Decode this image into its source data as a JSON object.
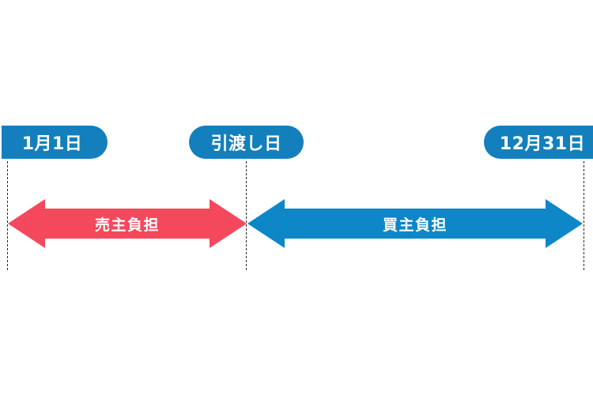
{
  "diagram": {
    "type": "timeline-cost-split",
    "background_color": "#ffffff",
    "milestones": [
      {
        "id": "start",
        "label": "1月1日",
        "pill_color": "#1380bd",
        "text_color": "#ffffff"
      },
      {
        "id": "handover",
        "label": "引渡し日",
        "pill_color": "#1380bd",
        "text_color": "#ffffff"
      },
      {
        "id": "end",
        "label": "12月31日",
        "pill_color": "#1380bd",
        "text_color": "#ffffff"
      }
    ],
    "segments": [
      {
        "id": "seller",
        "label": "売主負担",
        "color": "#f4485c",
        "text_color": "#ffffff",
        "from": "1月1日",
        "to": "引渡し日",
        "arrow_style": "double-headed"
      },
      {
        "id": "buyer",
        "label": "買主負担",
        "color": "#0d87c8",
        "text_color": "#ffffff",
        "from": "引渡し日",
        "to": "12月31日",
        "arrow_style": "double-headed"
      }
    ],
    "guides": {
      "style": "dashed",
      "color": "#2a2a2a",
      "count": 3
    }
  }
}
